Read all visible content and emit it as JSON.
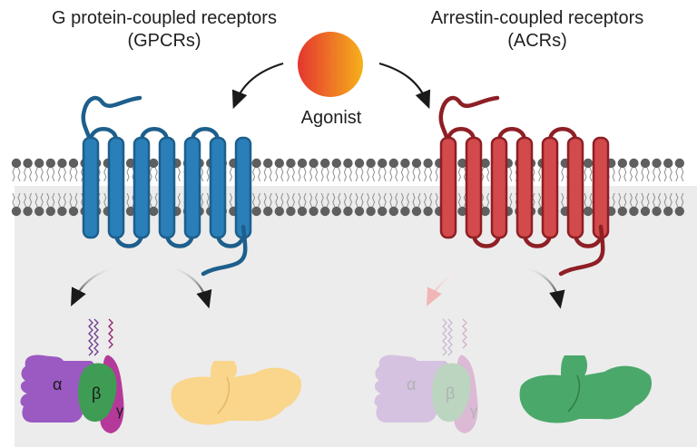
{
  "gpcr": {
    "title_line1": "G protein-coupled receptors",
    "title_line2": "(GPCRs)",
    "color": "#2a7fb8",
    "dark_color": "#1d5f8c"
  },
  "acr": {
    "title_line1": "Arrestin-coupled receptors",
    "title_line2": "(ACRs)",
    "color": "#d24a4b",
    "dark_color": "#8e1f25"
  },
  "agonist": {
    "label": "Agonist",
    "gradient": [
      "#e5352f",
      "#f6b11b"
    ]
  },
  "gprotein": {
    "alpha": "α",
    "beta": "β",
    "gamma": "γ",
    "alpha_color": "#9b59c2",
    "beta_color": "#3f9c54",
    "gamma_color": "#b5399a"
  },
  "arrestin": {
    "gpcr_color": "#f9d68c",
    "acr_color": "#4aa86a"
  },
  "membrane": {
    "head_color": "#5f5f5f",
    "cytoplasm_color": "#ececec"
  }
}
